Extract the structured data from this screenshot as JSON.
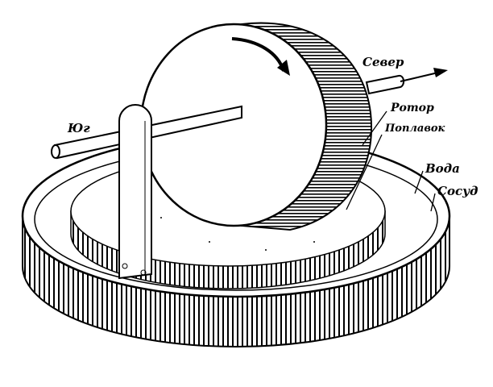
{
  "labels": {
    "north": "Север",
    "rotor": "Ротор",
    "float": "Поплавок",
    "water": "Вода",
    "vessel": "Сосуд",
    "south": "Юг"
  },
  "colors": {
    "ink": "#000000",
    "paper": "#ffffff"
  }
}
